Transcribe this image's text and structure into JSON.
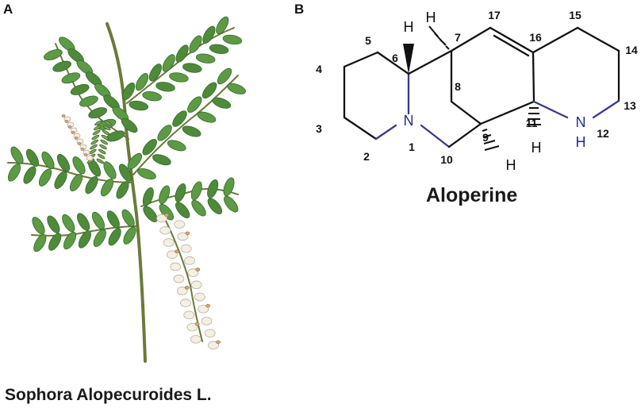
{
  "panel_a": {
    "label": "A",
    "caption": "Sophora Alopecuroides L."
  },
  "panel_b": {
    "label": "B",
    "compound_name": "Aloperine",
    "atom_numbers": [
      "1",
      "2",
      "3",
      "4",
      "5",
      "6",
      "7",
      "8",
      "9",
      "10",
      "11",
      "12",
      "13",
      "14",
      "15",
      "16",
      "17"
    ],
    "heteroatom_labels": {
      "n1": "N",
      "n12_n": "N",
      "n12_h": "H"
    },
    "hydrogen_labels": {
      "h6": "H",
      "h7": "H",
      "h9": "H",
      "h11": "H"
    }
  },
  "colors": {
    "leaf": "#4f8a3a",
    "leaf_dark": "#2f6b2a",
    "stem": "#6b7a3a",
    "flower": "#f4efe2",
    "bud": "#d9a679",
    "nitrogen": "#1f2f8f",
    "bond": "#111111"
  }
}
